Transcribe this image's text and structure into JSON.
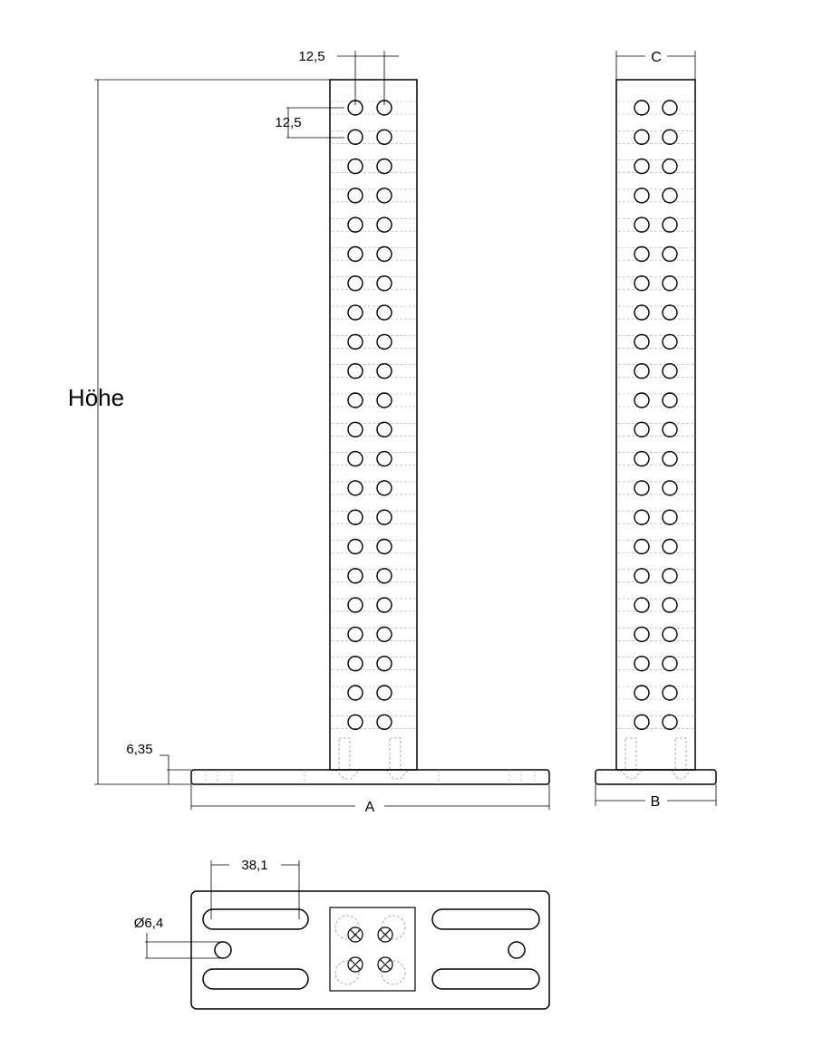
{
  "drawing": {
    "dimensions": {
      "hole_spacing_horizontal": "12,5",
      "hole_spacing_vertical": "12,5",
      "height": "Höhe",
      "base_thickness": "6,35",
      "width_a": "A",
      "width_b": "B",
      "column_c": "C",
      "slot_length": "38,1",
      "hole_diameter": "Ø6,4"
    },
    "front_view": {
      "hole_rows": 22,
      "hole_columns": 2
    },
    "side_view": {
      "hole_rows": 22,
      "hole_columns": 2
    }
  }
}
